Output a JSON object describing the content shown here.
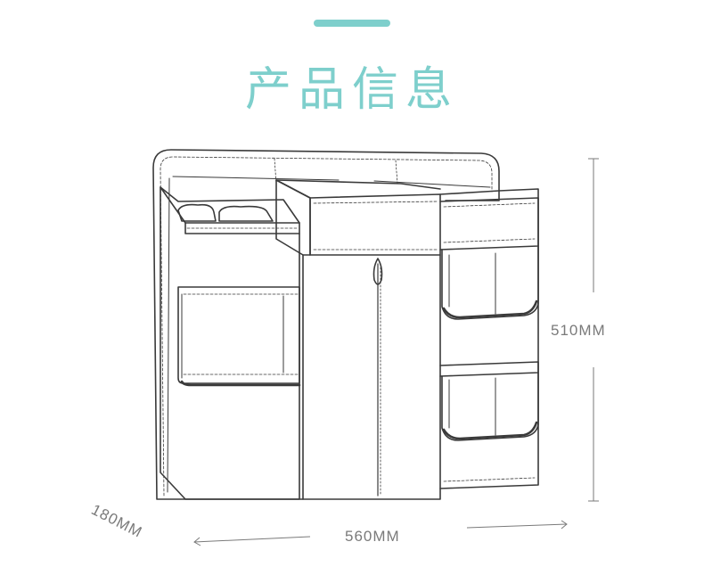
{
  "header": {
    "title": "产品信息",
    "accent_color": "#7ecfcc",
    "title_color": "#7ecfcc"
  },
  "dimensions": {
    "height": "510MM",
    "width": "560MM",
    "depth": "180MM"
  },
  "product_image": {
    "icon": "crib-organizer-line-drawing",
    "stroke_color": "#3a3a3a"
  }
}
